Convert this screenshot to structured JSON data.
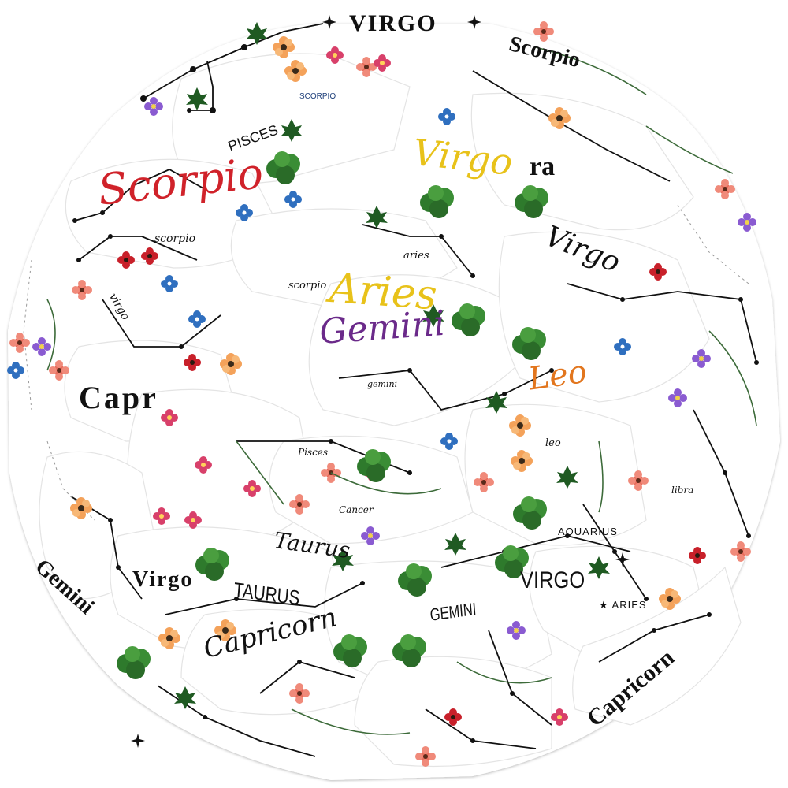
{
  "stickers": {
    "virgo_top": "VIRGO",
    "scorpio_top_right": "Scorpio",
    "libra_bold": "ra",
    "scorpio_script": "Scorpio",
    "scorpio_small": "scorpio",
    "scorpio_caps": "SCORPIO",
    "pisces_caps": "PISCES",
    "virgo_script_yellow": "Virgo",
    "virgo_right_script": "Virgo",
    "aries_small": "aries",
    "aries_yellow": "Aries",
    "gemini_purple": "Gemini",
    "leo_orange": "Leo",
    "capricorn_left": "Capr",
    "gemini_bold_left": "Gemini",
    "virgo_bold_bottom_left": "Virgo",
    "taurus_script": "Taurus",
    "taurus_caps": "TAURUS",
    "virgo_caps_bottom": "VIRGO",
    "aquarius_caps": "AQUARIUS",
    "aries_caps": "★ ARIES",
    "capricorn_bold_right": "Capricorn",
    "capricorn_script": "Capricorn",
    "gemini_caps_bottom": "GEMINI",
    "pisces_small": "Pisces",
    "cancer_small": "Cancer",
    "leo_small": "leo",
    "libra_small": "libra",
    "gemini_small": "gemini",
    "scorpio_small_2": "scorpio",
    "virgo_small": "virgo"
  },
  "colors": {
    "ink": "#111111",
    "scorpio_red": "#d0222a",
    "virgo_yellow": "#e8c21a",
    "gemini_purple": "#6b2a8a",
    "leo_orange": "#e2761e",
    "leaf_green": "#2e6b2c",
    "dark_green": "#1e4d1f"
  }
}
